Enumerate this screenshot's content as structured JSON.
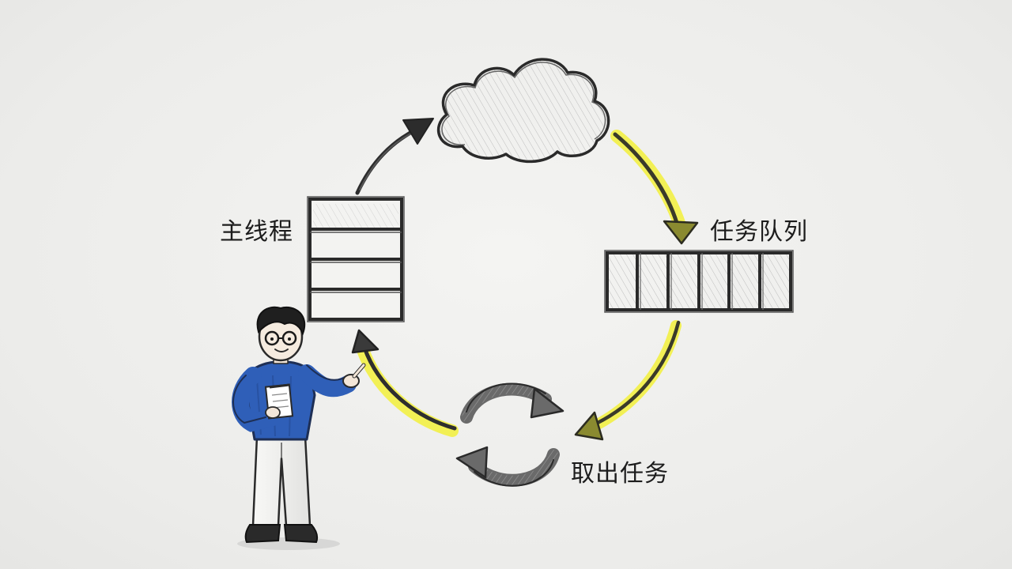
{
  "labels": {
    "main_thread": "主线程",
    "task_queue": "任务队列",
    "fetch_task": "取出任务"
  },
  "colors": {
    "ink": "#2a2a2a",
    "pencil_shade": "#8a8a8a",
    "highlight": "#f2f03a",
    "sweater": "#2f5fb8",
    "background": "#efefed"
  },
  "icons": {
    "cloud": "cloud-icon",
    "cycle": "refresh-cycle-icon",
    "person": "presenter-person"
  }
}
